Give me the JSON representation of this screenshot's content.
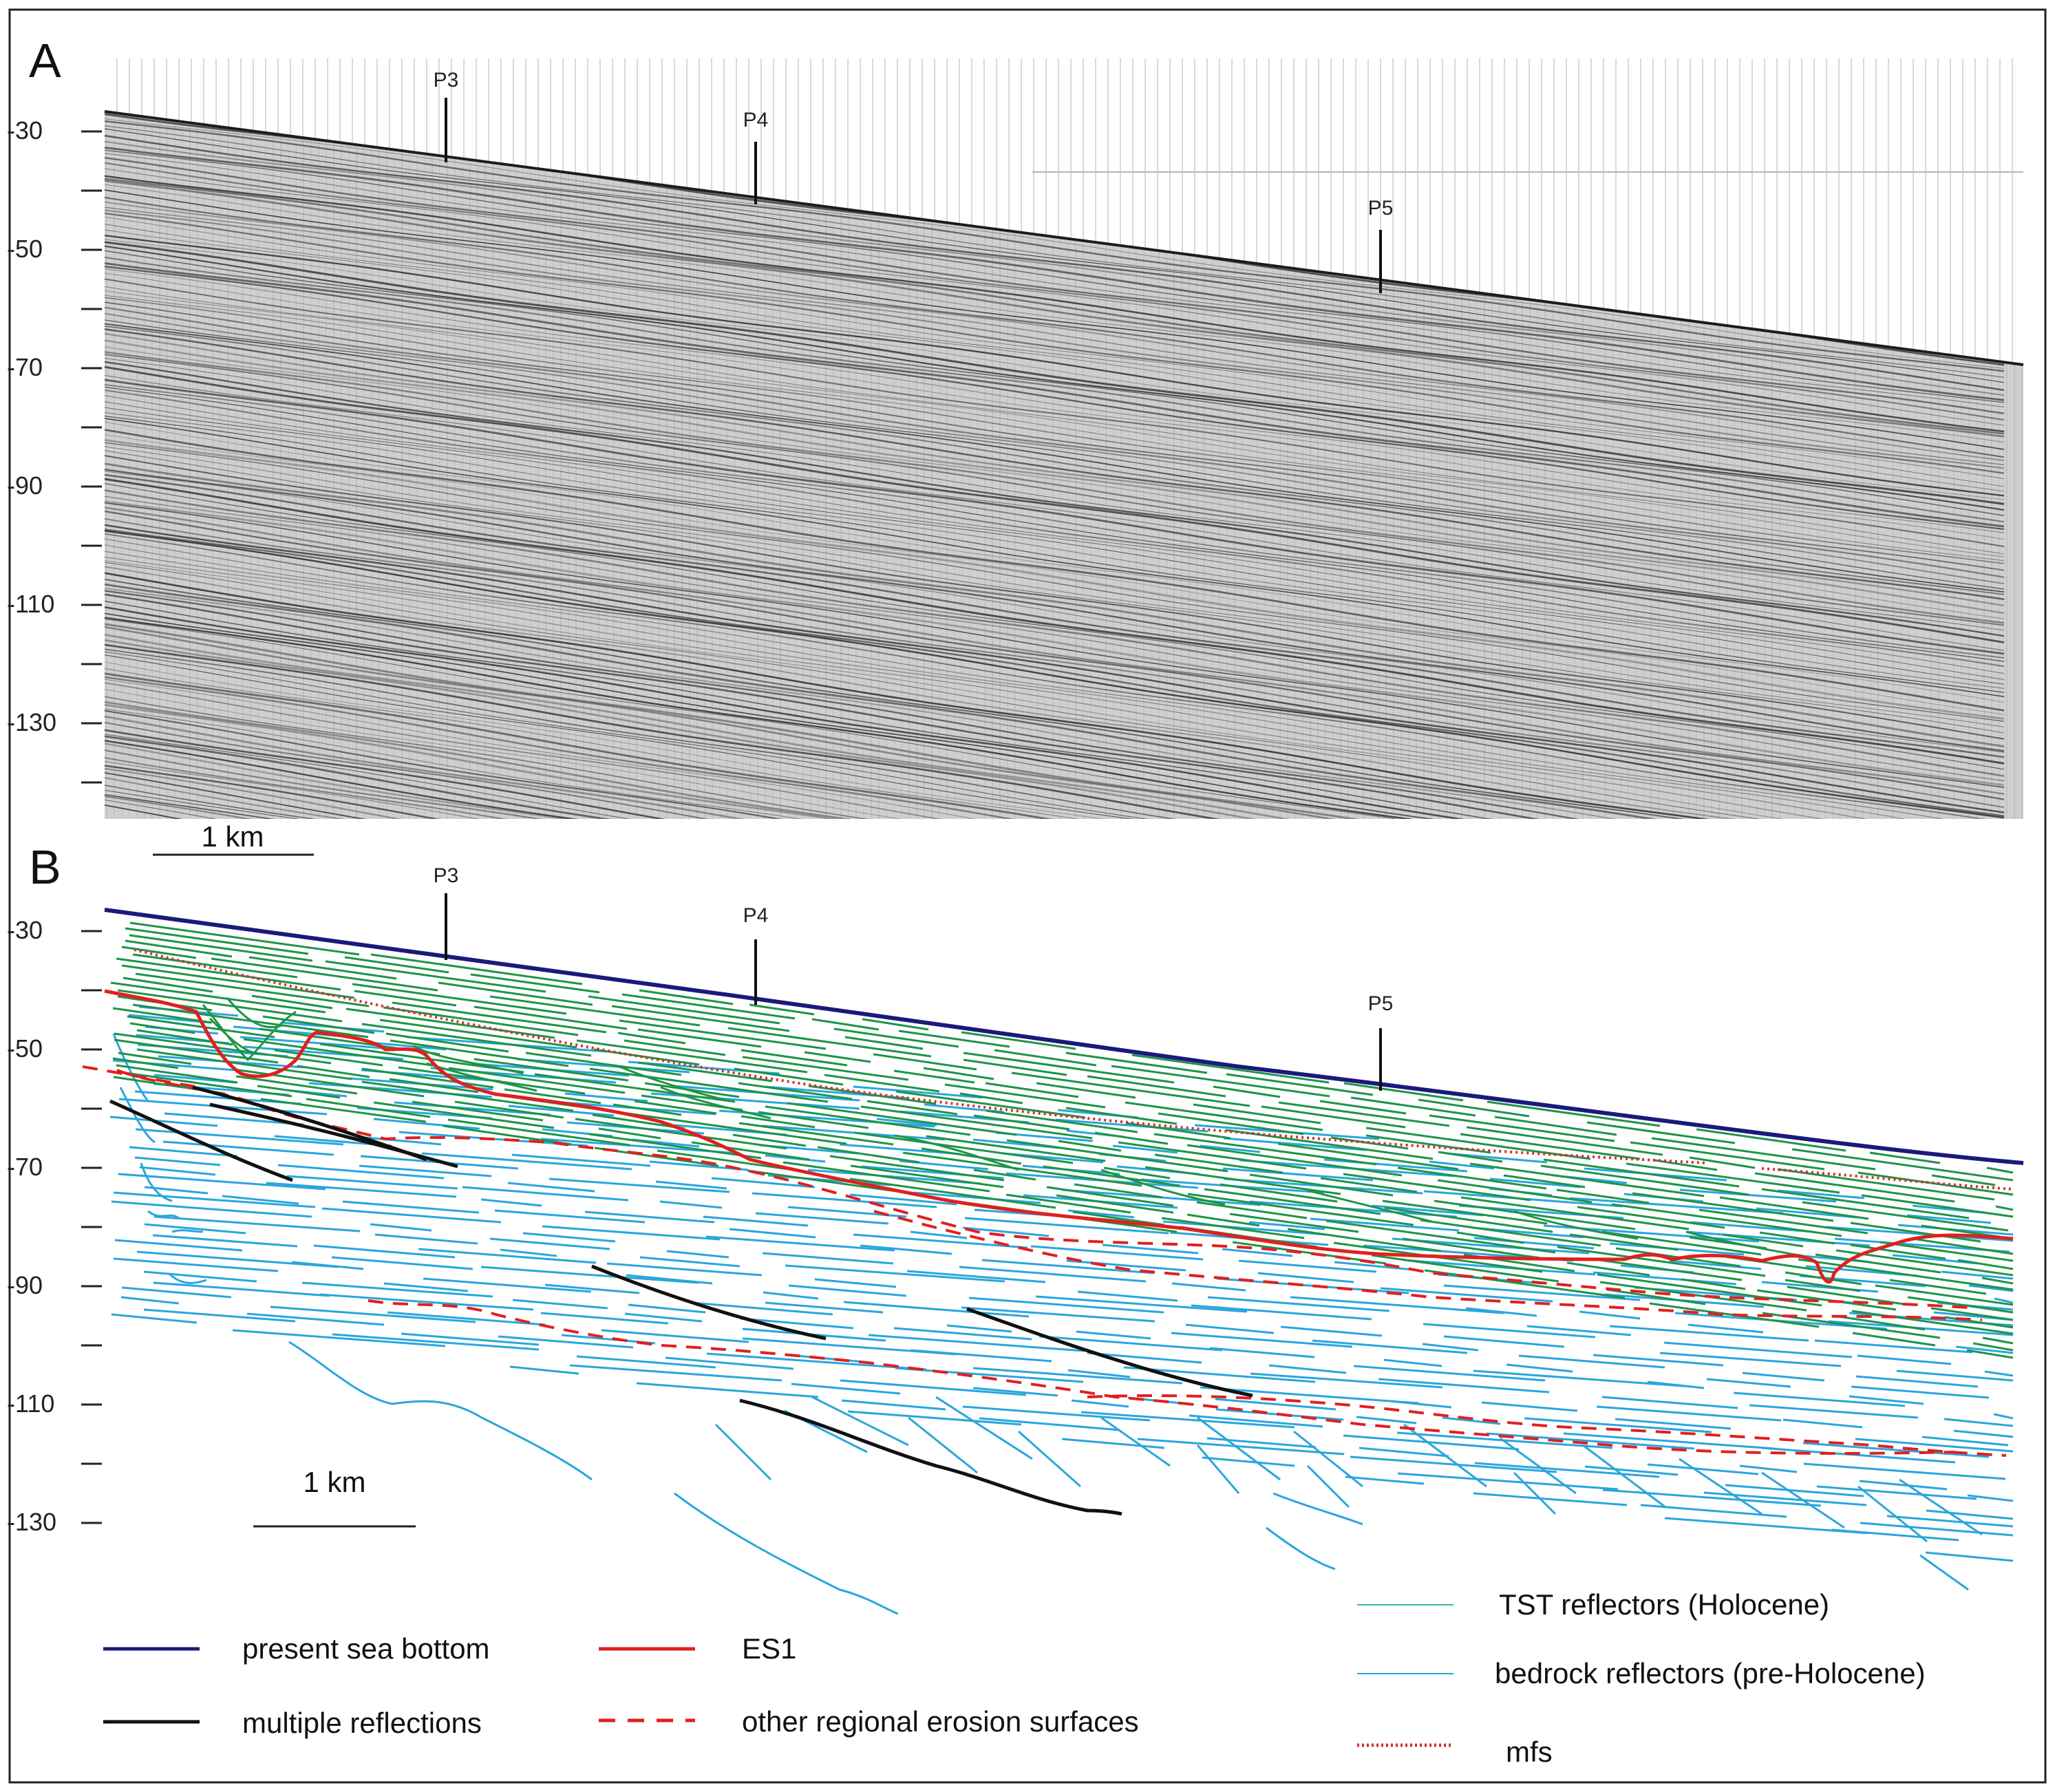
{
  "panels": {
    "a": {
      "letter": "A"
    },
    "b": {
      "letter": "B"
    }
  },
  "depth_ticks": [
    "-30",
    "-50",
    "-70",
    "-90",
    "-110",
    "-130"
  ],
  "markers": [
    "P3",
    "P4",
    "P5"
  ],
  "scale_bar": {
    "label": "1 km"
  },
  "legend": {
    "sea_bottom": {
      "label": "present sea bottom",
      "color": "#1a1a7a"
    },
    "multiples": {
      "label": "multiple reflections",
      "color": "#111111"
    },
    "es1": {
      "label": "ES1",
      "color": "#e02020"
    },
    "erosion": {
      "label": "other regional erosion surfaces",
      "color": "#e02020"
    },
    "tst": {
      "label": "TST reflectors (Holocene)",
      "color": "#1e9448"
    },
    "bedrock": {
      "label": "bedrock reflectors (pre-Holocene)",
      "color": "#2aa6dc"
    },
    "mfs": {
      "label": "mfs",
      "color": "#d23030"
    }
  }
}
